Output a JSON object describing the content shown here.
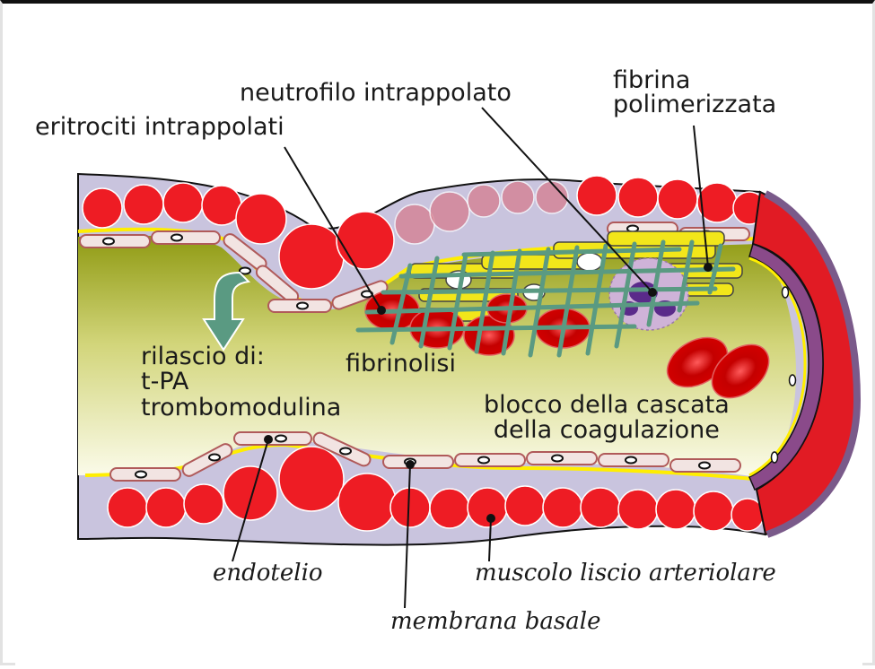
{
  "labels": {
    "neutrofilo": "neutrofilo intrappolato",
    "eritrociti": "eritrociti intrappolati",
    "fibrina_line1": "fibrina",
    "fibrina_line2": "polimerizzata",
    "rilascio_line1": "rilascio di:",
    "rilascio_line2": "t-PA",
    "rilascio_line3": "trombomodulina",
    "fibrinolisi": "fibrinolisi",
    "blocco_line1": "blocco della cascata",
    "blocco_line2": "della coagulazione",
    "endotelio": "endotelio",
    "muscolo": "muscolo liscio arteriolare",
    "membrana": "membrana basale"
  },
  "colors": {
    "vessel_wall": "#c9c4de",
    "muscle_cell": "#ee1c24",
    "lumen_dark": "#9aa21f",
    "lumen_light": "#f5f5d6",
    "fibrin_mesh": "#5a9a82",
    "platelet": "#f2e61a",
    "erythrocyte": "#d40000",
    "basal_membrane": "#ffee00",
    "arrow": "#5a9a82",
    "cut_face": "#e11b24",
    "cut_rim": "#7a5a8a"
  }
}
